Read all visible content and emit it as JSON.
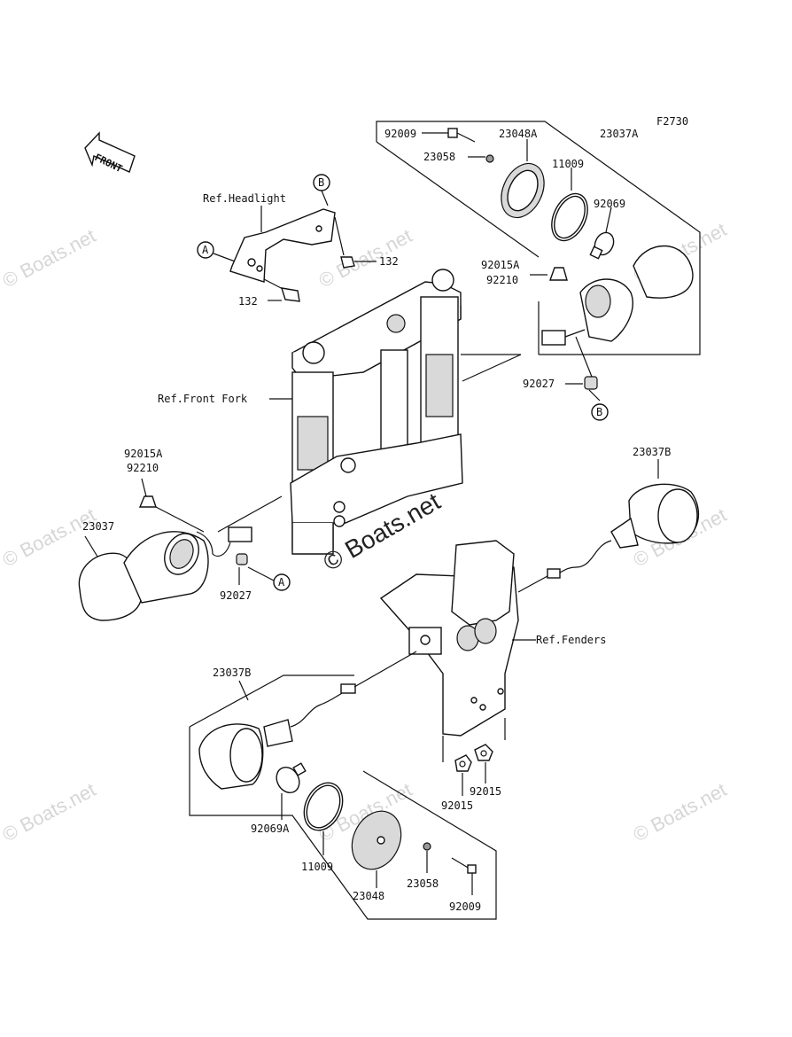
{
  "figure_code": "F2730",
  "front_arrow_label": "FRONT",
  "watermark": {
    "center": "© Boats.net",
    "faint": "© Boats.net"
  },
  "callouts": {
    "a": "A",
    "b": "B"
  },
  "refs": {
    "headlight": "Ref.Headlight",
    "front_fork": "Ref.Front Fork",
    "fenders": "Ref.Fenders"
  },
  "part_numbers": {
    "p92009_top": "92009",
    "p23048A": "23048A",
    "p23037A": "23037A",
    "p23058_top": "23058",
    "p11009_top": "11009",
    "p92069": "92069",
    "p132_upper": "132",
    "p132_lower": "132",
    "p92015A_right": "92015A",
    "p92210_right": "92210",
    "p92027_right": "92027",
    "p92015A_left": "92015A",
    "p92210_left": "92210",
    "p23037": "23037",
    "p92027_left": "92027",
    "p23037B_right": "23037B",
    "p23037B_left": "23037B",
    "p92015_a": "92015",
    "p92015_b": "92015",
    "p92069A": "92069A",
    "p11009_bottom": "11009",
    "p23048": "23048",
    "p23058_bottom": "23058",
    "p92009_bottom": "92009"
  }
}
